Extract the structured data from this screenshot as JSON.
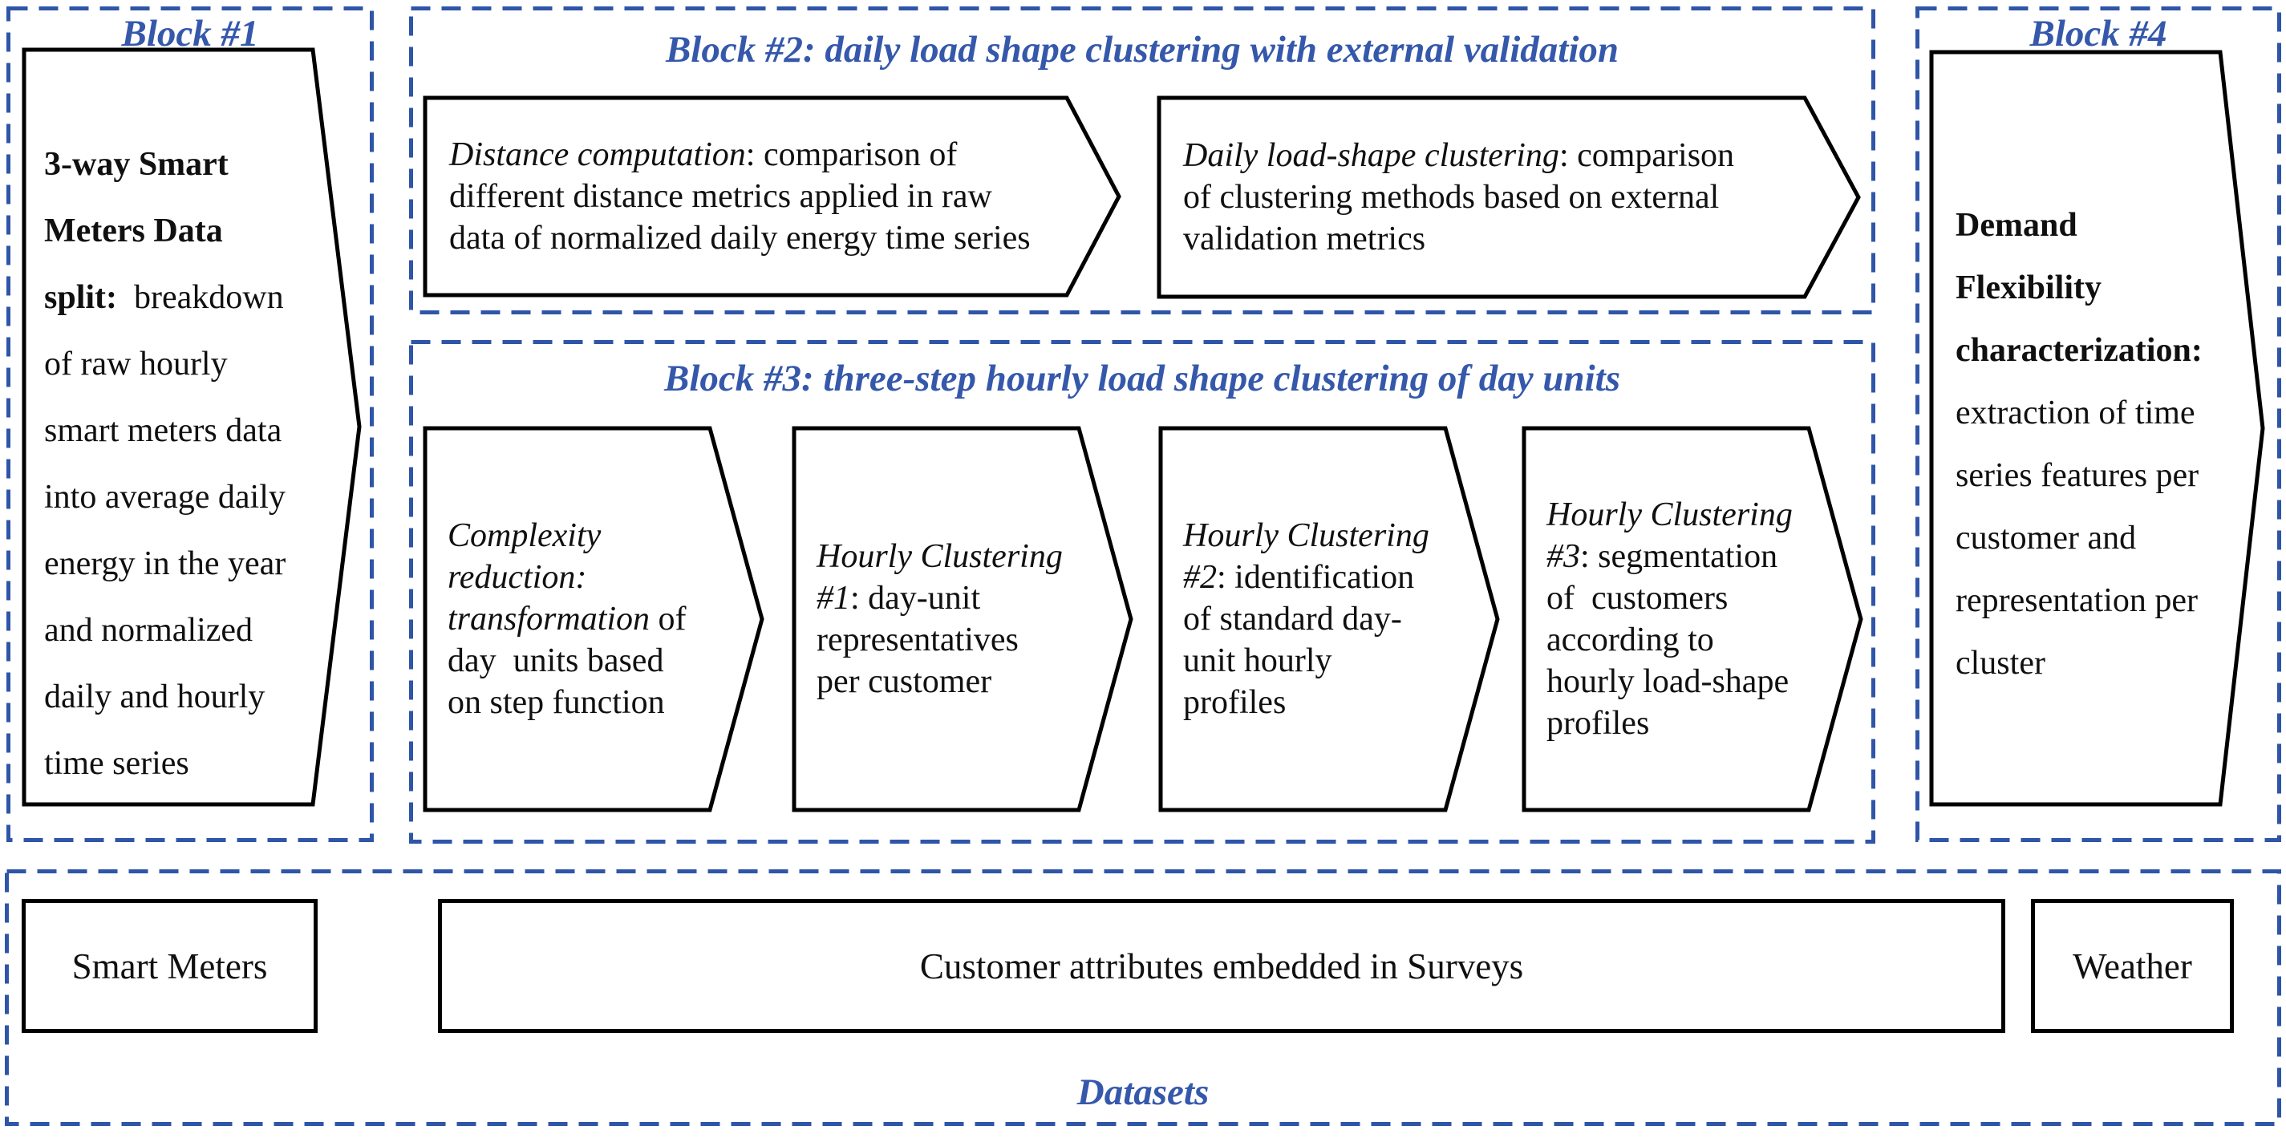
{
  "colors": {
    "accent_blue": "#3558ab",
    "dash_blue": "#2f55a8",
    "shape_border": "#000000",
    "text_black": "#101010"
  },
  "blocks": {
    "block1": {
      "title": "Block #1",
      "shape": {
        "lead": "3-way Smart\nMeters Data\nsplit:",
        "rest": "  breakdown\nof raw hourly\nsmart meters data\ninto average daily\nenergy in the year\nand normalized\ndaily and hourly\ntime series"
      }
    },
    "block2": {
      "title": "Block #2: daily load shape clustering with external validation",
      "steps": [
        {
          "lead": "Distance computation",
          "rest": ": comparison of\ndifferent distance metrics applied in raw\ndata of normalized daily energy time series"
        },
        {
          "lead": "Daily load-shape clustering",
          "rest": ": comparison\nof clustering methods based on external\nvalidation metrics"
        }
      ]
    },
    "block3": {
      "title": "Block #3: three-step hourly load shape clustering of day units",
      "steps": [
        {
          "lead": "Complexity\nreduction:\ntransformation",
          "rest": " of\nday  units based\non step function"
        },
        {
          "lead": "Hourly Clustering\n#1",
          "rest": ": day-unit\nrepresentatives\nper customer"
        },
        {
          "lead": "Hourly Clustering\n#2",
          "rest": ": identification\nof standard day-\nunit hourly\nprofiles"
        },
        {
          "lead": "Hourly Clustering\n#3",
          "rest": ": segmentation\nof  customers\naccording to\nhourly load-shape\nprofiles"
        }
      ]
    },
    "block4": {
      "title": "Block #4",
      "shape": {
        "lead": "Demand\nFlexibility\ncharacterization:",
        "rest": "\nextraction of time\nseries features per\ncustomer and\nrepresentation per\ncluster"
      }
    },
    "datasets": {
      "title": "Datasets",
      "items": [
        {
          "label": "Smart Meters"
        },
        {
          "label": "Customer attributes embedded in Surveys"
        },
        {
          "label": "Weather"
        }
      ]
    }
  }
}
